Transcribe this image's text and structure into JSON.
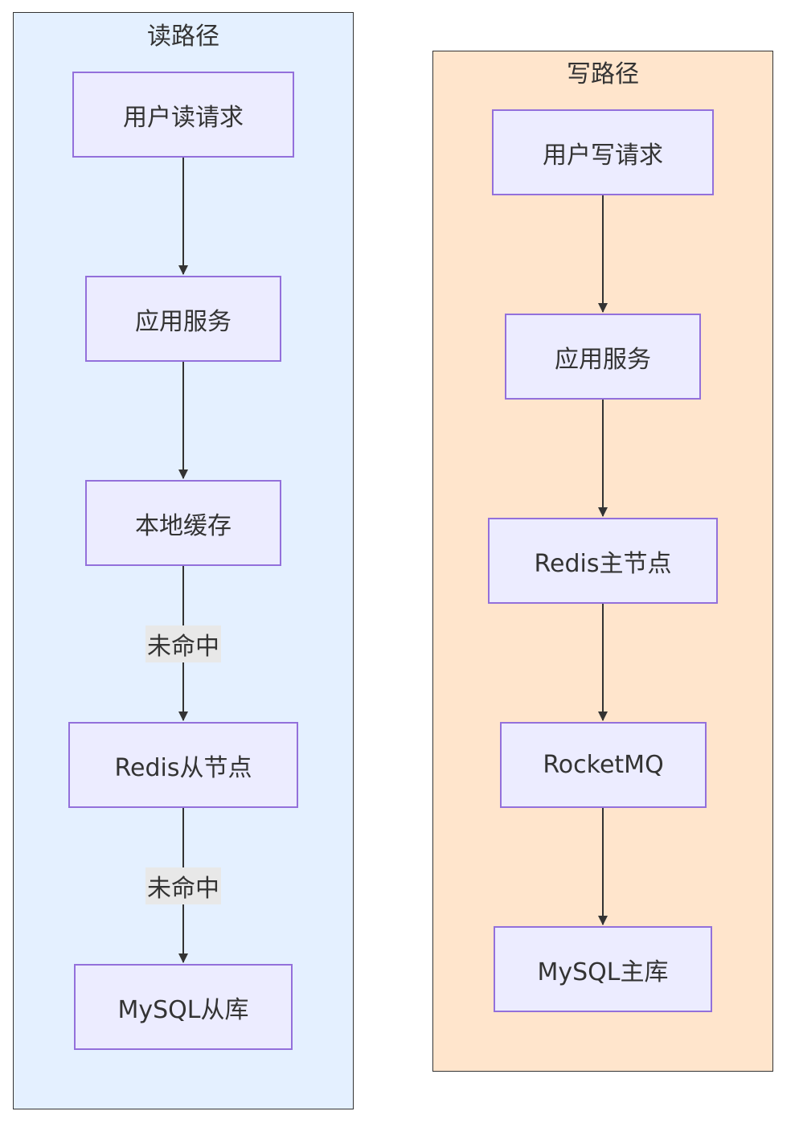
{
  "colors": {
    "read_group_bg": "#e4f0ff",
    "write_group_bg": "#ffe5cc",
    "node_bg": "#ececff",
    "node_border": "#9370db",
    "edge_color": "#333333",
    "edge_label_bg": "#e8e8e8"
  },
  "read_path": {
    "title": "读路径",
    "nodes": [
      "用户读请求",
      "应用服务",
      "本地缓存",
      "Redis从节点",
      "MySQL从库"
    ],
    "edge_labels": [
      "未命中",
      "未命中"
    ]
  },
  "write_path": {
    "title": "写路径",
    "nodes": [
      "用户写请求",
      "应用服务",
      "Redis主节点",
      "RocketMQ",
      "MySQL主库"
    ]
  }
}
